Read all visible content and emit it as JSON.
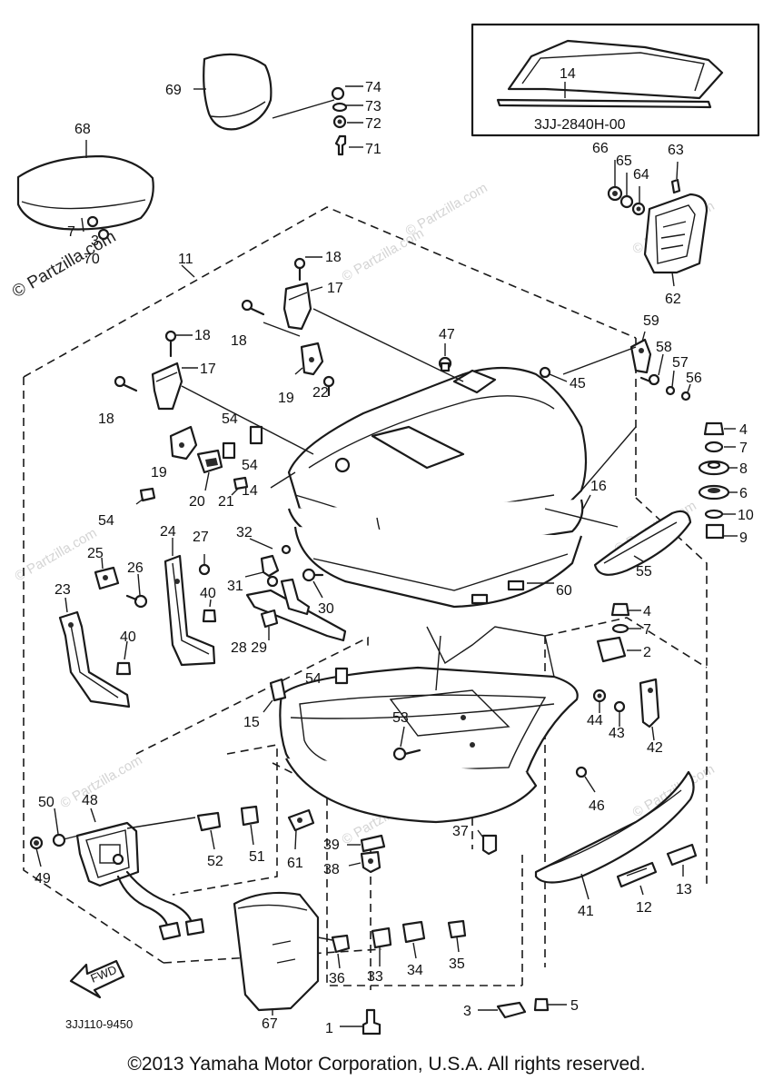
{
  "diagram": {
    "inset_code": "3JJ-2840H-00",
    "diagram_code": "3JJ110-9450",
    "fwd_label": "FWD",
    "watermark_main": "© Partzilla.com",
    "watermark_faint": "© Partzilla.com",
    "copyright": "©2013  Yamaha Motor Corporation, U.S.A. All rights reserved.",
    "callouts": {
      "c1": "1",
      "c2": "2",
      "c3": "3",
      "c3b": "3",
      "c4": "4",
      "c4b": "4",
      "c5": "5",
      "c6": "6",
      "c7": "7",
      "c7b": "7",
      "c8": "8",
      "c9": "9",
      "c10": "10",
      "c11": "11",
      "c12": "12",
      "c13": "13",
      "c14": "14",
      "c14b": "14",
      "c15": "15",
      "c16": "16",
      "c17": "17",
      "c17b": "17",
      "c18": "18",
      "c18b": "18",
      "c18c": "18",
      "c18d": "18",
      "c19": "19",
      "c19b": "19",
      "c20": "20",
      "c21": "21",
      "c22": "22",
      "c23": "23",
      "c24": "24",
      "c25": "25",
      "c26": "26",
      "c27": "27",
      "c2829": "28 29",
      "c30": "30",
      "c31": "31",
      "c32": "32",
      "c33": "33",
      "c34": "34",
      "c35": "35",
      "c36": "36",
      "c37": "37",
      "c38": "38",
      "c39": "39",
      "c40": "40",
      "c40b": "40",
      "c41": "41",
      "c42": "42",
      "c43": "43",
      "c44": "44",
      "c45": "45",
      "c46": "46",
      "c47": "47",
      "c48": "48",
      "c49": "49",
      "c50": "50",
      "c51": "51",
      "c52": "52",
      "c53": "53",
      "c54": "54",
      "c54b": "54",
      "c54c": "54",
      "c54d": "54",
      "c55": "55",
      "c56": "56",
      "c57": "57",
      "c58": "58",
      "c59": "59",
      "c60": "60",
      "c61": "61",
      "c62": "62",
      "c63": "63",
      "c64": "64",
      "c65": "65",
      "c66": "66",
      "c67": "67",
      "c68": "68",
      "c69": "69",
      "c70": "70",
      "c71": "71",
      "c72": "72",
      "c73": "73",
      "c74": "74"
    }
  }
}
